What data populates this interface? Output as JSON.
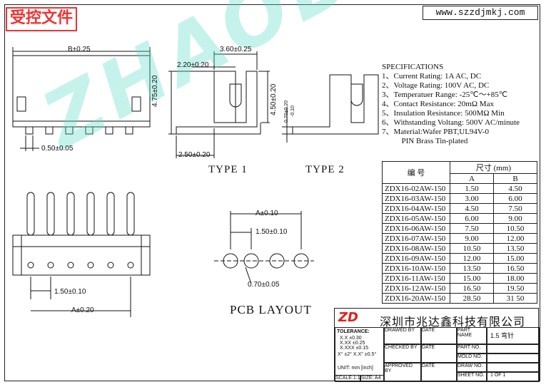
{
  "stamp": "受控文件",
  "website": "www.szzdjmkj.com",
  "watermark": "ZHAODAXIN",
  "dims_top": {
    "b": "B±0.25",
    "pitch_small": "0.50±0.05",
    "w360": "3.60±0.25",
    "w220": "2.20±0.20",
    "h475": "4.75±0.20",
    "h450": "4.50±0.20",
    "w250": "2.50±0.20",
    "tol_a": "0.70±0.20",
    "tol_b": "-0.10"
  },
  "types": [
    "TYPE 1",
    "TYPE 2"
  ],
  "dims_bottom": {
    "pitch": "1.50±0.10",
    "a": "A±0.20",
    "pcb_a": "A±0.10",
    "pcb_pitch": "1.50±0.10",
    "hole": "0.70±0.05"
  },
  "pcb_title": "PCB LAYOUT",
  "specifications": {
    "title": "SPECIFICATIONS",
    "items": [
      "1、Current Rating: 1A AC, DC",
      "2、Voltage Rating: 100V AC, DC",
      "3、Temperatuer Range: -25℃～+85℃",
      "4、Contact Resistance: 20mΩ Max",
      "5、Insulation Resistance: 500MΩ Min",
      "6、Withstanding Voltang: 500V AC/minute",
      "7、Material:Wafer PBT,UL94V-0",
      "          PIN Brass Tin-plated"
    ]
  },
  "table": {
    "h_part": "编  号",
    "h_size": "尺寸 (mm)",
    "h_a": "A",
    "h_b": "B",
    "rows": [
      [
        "ZDX16-02AW-150",
        "1.50",
        "4.50"
      ],
      [
        "ZDX16-03AW-150",
        "3.00",
        "6.00"
      ],
      [
        "ZDX16-04AW-150",
        "4.50",
        "7.50"
      ],
      [
        "ZDX16-05AW-150",
        "6.00",
        "9.00"
      ],
      [
        "ZDX16-06AW-150",
        "7.50",
        "10.50"
      ],
      [
        "ZDX16-07AW-150",
        "9.00",
        "12.00"
      ],
      [
        "ZDX16-08AW-150",
        "10.50",
        "13.50"
      ],
      [
        "ZDX16-09AW-150",
        "12.00",
        "15.00"
      ],
      [
        "ZDX16-10AW-150",
        "13.50",
        "16.50"
      ],
      [
        "ZDX16-11AW-150",
        "15.00",
        "18.00"
      ],
      [
        "ZDX16-12AW-150",
        "16.50",
        "19.50"
      ],
      [
        "ZDX16-20AW-150",
        "28.50",
        "31 50"
      ]
    ]
  },
  "title_block": {
    "company": "深圳市兆达鑫科技有限公司",
    "tolerance": "TOLERANCE:",
    "tol1": "X.X  ±0.30",
    "tol2": "X.XX  ±0.25",
    "tol3": "X.XXX  ±0.15",
    "tol4": "X°  ±2°    X.X°  ±0.5°",
    "unit": "UNIT:  mm  [inch]",
    "scale": "SCALE:1:1",
    "size": "SIZE: A4",
    "drawn_by": "DRAWED BY",
    "checked_by": "CHECKED BY",
    "approved_by": "APPROVED BY",
    "date": "DATE",
    "part_name_lbl": "PART NAME",
    "part_name": "1.5 弯针",
    "part_no_lbl": "PART NO.",
    "mold_no_lbl": "MOLD NO.",
    "draw_no_lbl": "DRAW NO.",
    "sheet_no_lbl": "SHEET NO.",
    "sheet_no": "1 OF 1"
  }
}
